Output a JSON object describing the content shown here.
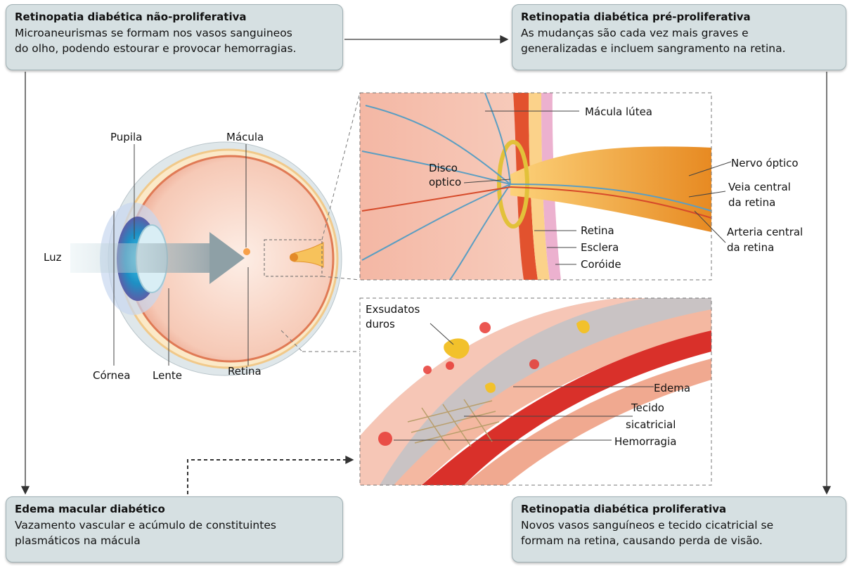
{
  "boxes": {
    "top_left": {
      "title": "Retinopatia diabética não-proliferativa",
      "desc_line1": "Microaneurismas se formam nos vasos sanguineos",
      "desc_line2": "do olho, podendo estourar e provocar hemorragias."
    },
    "top_right": {
      "title": "Retinopatia diabética pré-proliferativa",
      "desc_line1": "As mudanças são cada vez mais graves e",
      "desc_line2": "generalizadas e incluem sangramento na retina."
    },
    "bottom_left": {
      "title": "Edema macular diabético",
      "desc_line1": "Vazamento vascular e acúmulo de constituintes",
      "desc_line2": "plasmáticos na mácula"
    },
    "bottom_right": {
      "title": "Retinopatia diabética proliferativa",
      "desc_line1": "Novos vasos sanguíneos e tecido cicatricial se",
      "desc_line2": "formam na retina, causando perda de visão."
    }
  },
  "eye_labels": {
    "pupila": "Pupila",
    "macula": "Mácula",
    "luz": "Luz",
    "cornea": "Córnea",
    "lente": "Lente",
    "retina": "Retina"
  },
  "detail_labels": {
    "macula_lutea": "Mácula lútea",
    "disco_l1": "Disco",
    "disco_l2": "optico",
    "nervo_optico": "Nervo óptico",
    "veia_l1": "Veia central",
    "veia_l2": "da retina",
    "arteria_l1": "Arteria central",
    "arteria_l2": "da retina",
    "retina": "Retina",
    "esclera": "Esclera",
    "coroide": "Coróide"
  },
  "lesion_labels": {
    "exsudatos_l1": "Exsudatos",
    "exsudatos_l2": "duros",
    "edema": "Edema",
    "tecido_l1": "Tecido",
    "tecido_l2": "sicatricial",
    "hemorragia": "Hemorragia"
  }
}
